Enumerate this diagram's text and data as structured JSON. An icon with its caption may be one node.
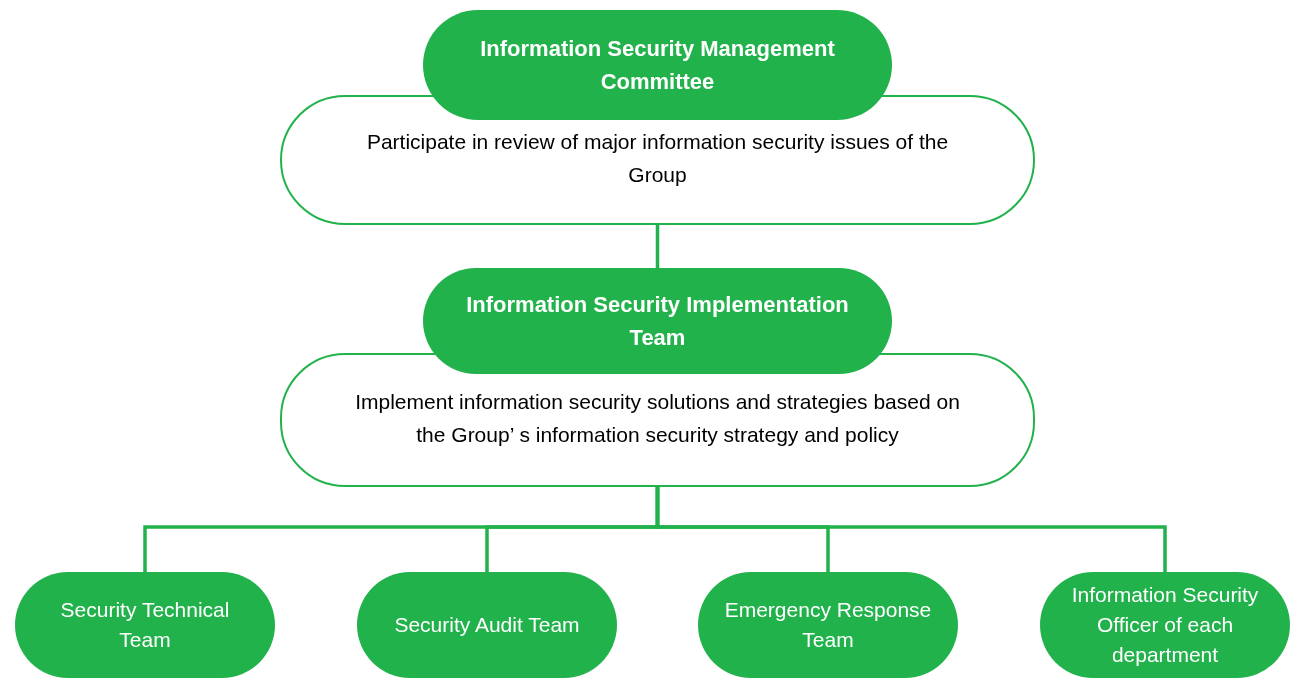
{
  "diagram": {
    "nodes": [
      {
        "text": [
          "Information Security Management Committee"
        ]
      },
      {
        "text": [
          "Participate in review of major information security issues of the Group"
        ]
      },
      {
        "text": [
          "Information Security Implementation Team"
        ]
      },
      {
        "text": [
          "Implement information security solutions and strategies based on the Group’ s information security strategy and policy"
        ]
      },
      {
        "text": [
          "Security Technical Team"
        ]
      },
      {
        "text": [
          "Security Audit Team"
        ]
      },
      {
        "text": [
          "Emergency Response Team"
        ]
      },
      {
        "text": [
          "Information Security Officer of each department"
        ]
      }
    ],
    "edges": [
      {
        "from": 1,
        "to": 2,
        "arrow": "none"
      },
      {
        "from": 3,
        "to": 4,
        "arrow": "none"
      },
      {
        "from": 3,
        "to": 5,
        "arrow": "none"
      },
      {
        "from": 3,
        "to": 6,
        "arrow": "none"
      },
      {
        "from": 3,
        "to": 7,
        "arrow": "none"
      }
    ]
  }
}
